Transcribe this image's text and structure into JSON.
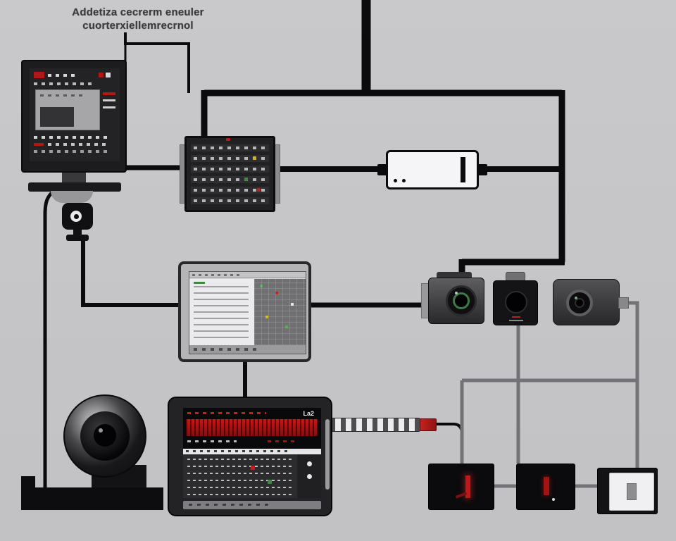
{
  "caption": {
    "line1": "Addetiza cecrerm eneuler",
    "line2": "cuorterxiellemrecrnol"
  },
  "tablet": {
    "screen_label": "La2"
  },
  "colors": {
    "background": "#c7c7c9",
    "cable_primary": "#0b0b0d",
    "cable_secondary": "#737377",
    "accent_red": "#c02020",
    "accent_green": "#3f7a46",
    "device_white": "#f5f5f7"
  }
}
